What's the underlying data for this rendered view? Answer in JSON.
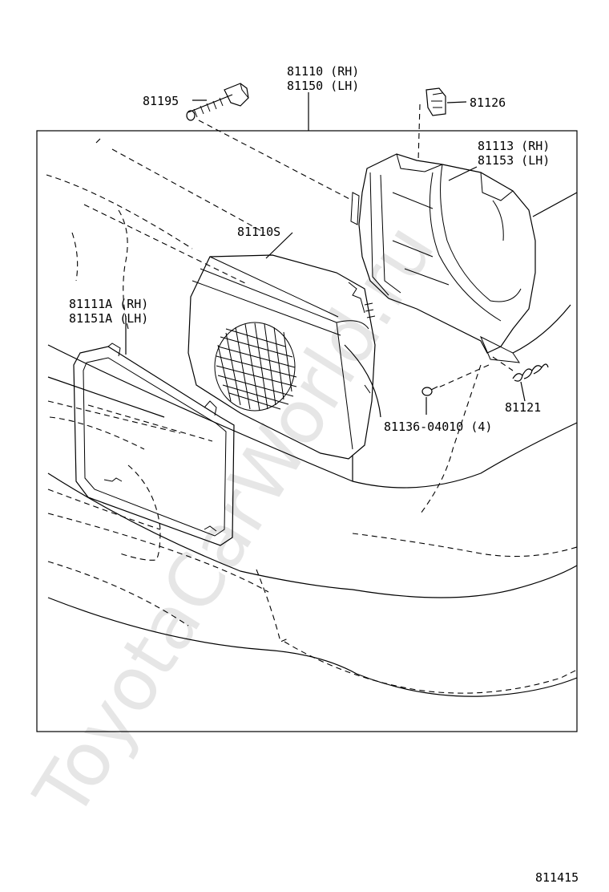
{
  "watermark": "ToyotaCarWorld.ru",
  "diagram_id": "811415",
  "callouts": {
    "headlamp_rh": "81110 (RH)",
    "headlamp_lh": "81150 (LH)",
    "screw_adjuster": "81195",
    "clip": "81126",
    "housing_rh": "81113 (RH)",
    "housing_lh": "81153 (LH)",
    "sealed_beam": "81110S",
    "rim_rh": "81111A (RH)",
    "rim_lh": "81151A (LH)",
    "spring": "81121",
    "screw": "81136-04010 (4)"
  }
}
